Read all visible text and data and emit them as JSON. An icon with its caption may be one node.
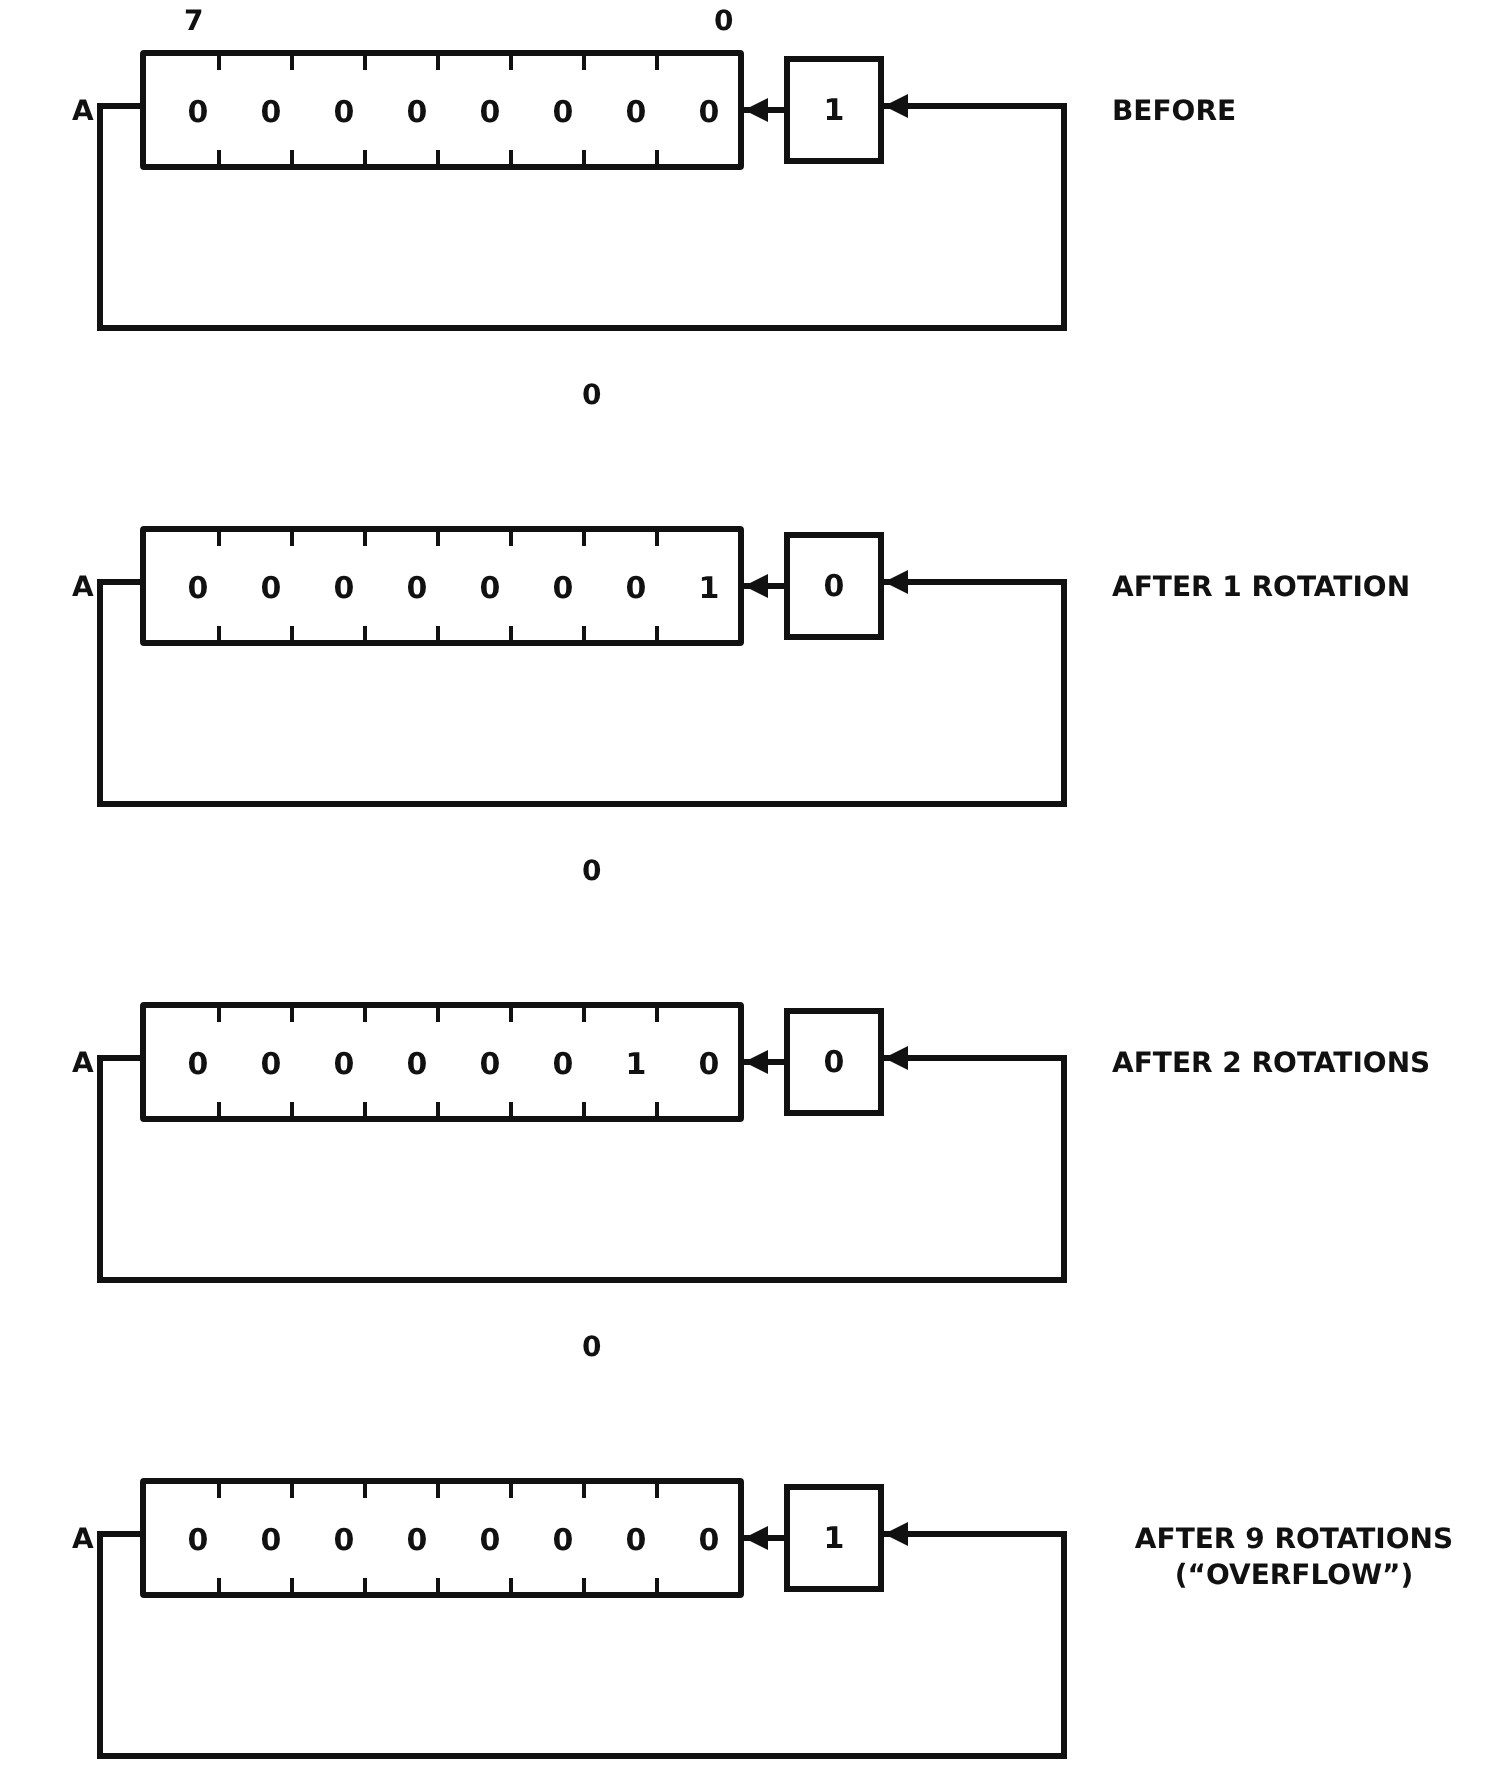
{
  "diagram": {
    "nodes": [
      {
        "text": [],
        "shape": "box"
      },
      {
        "text": [
          "0"
        ],
        "in": 0
      },
      {
        "text": [
          "0"
        ],
        "in": 0
      },
      {
        "text": [
          "0"
        ],
        "in": 0
      },
      {
        "text": [
          "0"
        ],
        "in": 0
      },
      {
        "text": [
          "0"
        ],
        "in": 0
      },
      {
        "text": [
          "0"
        ],
        "in": 0
      },
      {
        "text": [
          "0"
        ],
        "in": 0
      },
      {
        "text": [
          "0"
        ],
        "in": 0
      },
      {
        "text": [
          "1"
        ]
      },
      {
        "text": [],
        "shape": "box"
      },
      {
        "text": [
          "0"
        ],
        "in": 10
      },
      {
        "text": [
          "0"
        ],
        "in": 10
      },
      {
        "text": [
          "0"
        ],
        "in": 10
      },
      {
        "text": [
          "0"
        ],
        "in": 10
      },
      {
        "text": [
          "0"
        ],
        "in": 10
      },
      {
        "text": [
          "0"
        ],
        "in": 10
      },
      {
        "text": [
          "0"
        ],
        "in": 10
      },
      {
        "text": [
          "1"
        ],
        "in": 10
      },
      {
        "text": [
          "0"
        ]
      },
      {
        "text": [],
        "shape": "box"
      },
      {
        "text": [
          "0"
        ],
        "in": 20
      },
      {
        "text": [
          "0"
        ],
        "in": 20
      },
      {
        "text": [
          "0"
        ],
        "in": 20
      },
      {
        "text": [
          "0"
        ],
        "in": 20
      },
      {
        "text": [
          "0"
        ],
        "in": 20
      },
      {
        "text": [
          "0"
        ],
        "in": 20
      },
      {
        "text": [
          "1"
        ],
        "in": 20
      },
      {
        "text": [
          "0"
        ],
        "in": 20
      },
      {
        "text": [
          "0"
        ]
      },
      {
        "text": [],
        "shape": "box"
      },
      {
        "text": [
          "0"
        ],
        "in": 30
      },
      {
        "text": [
          "0"
        ],
        "in": 30
      },
      {
        "text": [
          "0"
        ],
        "in": 30
      },
      {
        "text": [
          "0"
        ],
        "in": 30
      },
      {
        "text": [
          "0"
        ],
        "in": 30
      },
      {
        "text": [
          "0"
        ],
        "in": 30
      },
      {
        "text": [
          "0"
        ],
        "in": 30
      },
      {
        "text": [
          "0"
        ],
        "in": 30
      },
      {
        "text": [
          "1"
        ]
      }
    ],
    "edges": [
      {
        "from": 9,
        "to": 0,
        "arrow": "to"
      },
      {
        "from": 0,
        "to": 9,
        "arrow": "to"
      },
      {
        "from": 19,
        "to": 10,
        "arrow": "to"
      },
      {
        "from": 10,
        "to": 19,
        "arrow": "to"
      },
      {
        "from": 29,
        "to": 20,
        "arrow": "to"
      },
      {
        "from": 20,
        "to": 29,
        "arrow": "to"
      },
      {
        "from": 39,
        "to": 30,
        "arrow": "to"
      },
      {
        "from": 30,
        "to": 39,
        "arrow": "to"
      }
    ],
    "labels": [
      "7",
      "0",
      "A",
      "BEFORE",
      "0",
      "A",
      "AFTER 1 ROTATION",
      "0",
      "A",
      "AFTER 2 ROTATIONS",
      "0",
      "A",
      "AFTER 9 ROTATIONS (“OVERFLOW”)"
    ]
  }
}
